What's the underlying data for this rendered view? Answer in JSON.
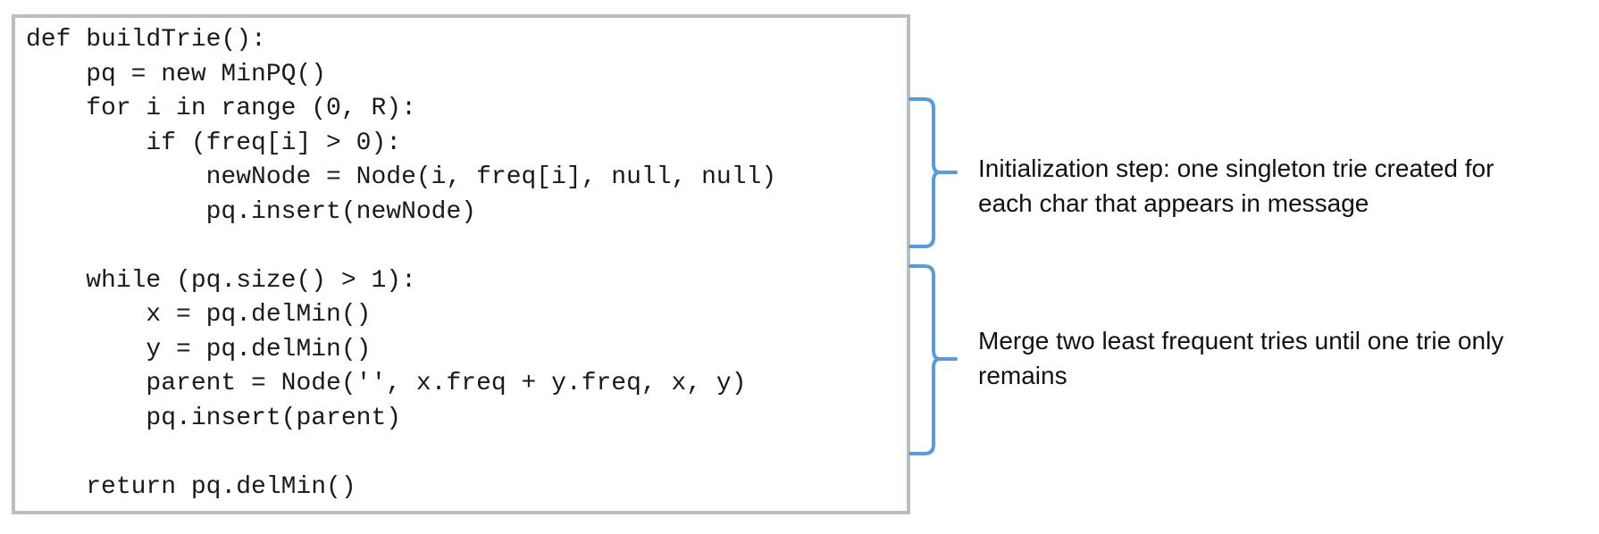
{
  "code": {
    "lines": [
      "def buildTrie():",
      "    pq = new MinPQ()",
      "    for i in range (0, R):",
      "        if (freq[i] > 0):",
      "            newNode = Node(i, freq[i], null, null)",
      "            pq.insert(newNode)",
      "",
      "    while (pq.size() > 1):",
      "        x = pq.delMin()",
      "        y = pq.delMin()",
      "        parent = Node('', x.freq + y.freq, x, y)",
      "        pq.insert(parent)",
      "",
      "    return pq.delMin()"
    ]
  },
  "annotations": {
    "init": {
      "line1": "Initialization step: one singleton trie created for",
      "line2": "each char that appears in message"
    },
    "merge": {
      "line1": "Merge two least frequent tries until one trie only",
      "line2": "remains"
    }
  },
  "colors": {
    "bracket": "#5b9bd5",
    "border": "#bdbdbd",
    "text": "#111111"
  }
}
